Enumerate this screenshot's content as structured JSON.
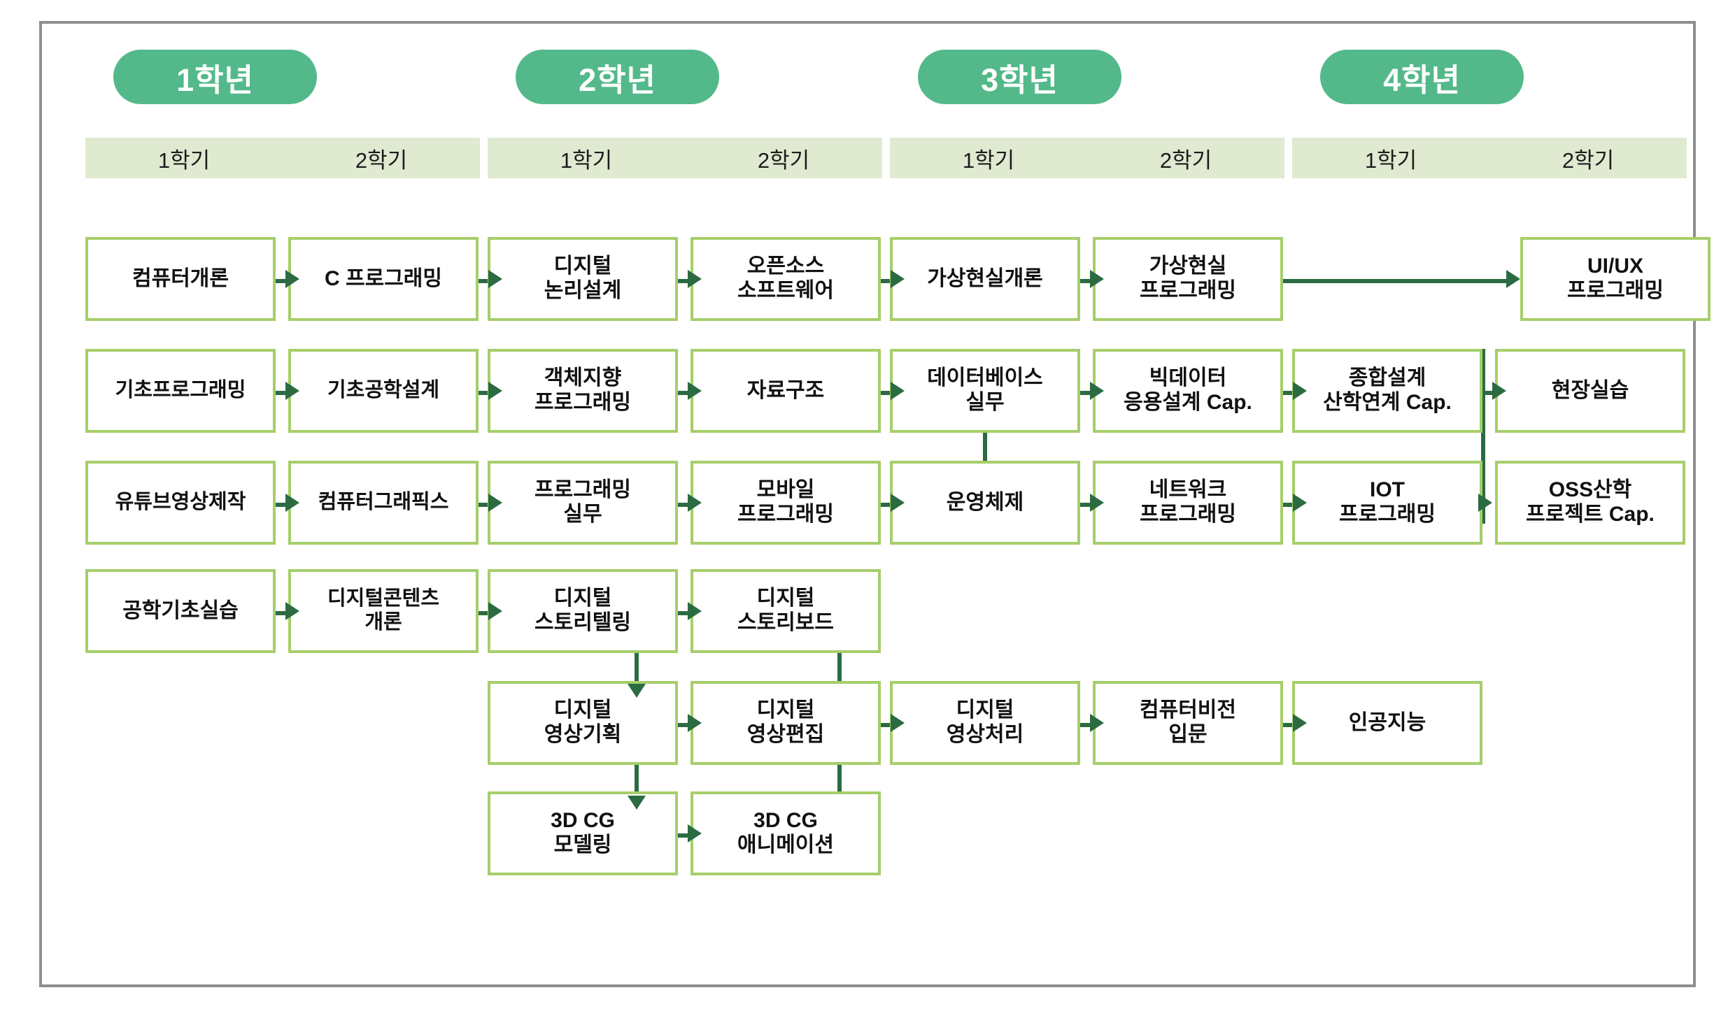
{
  "diagram": {
    "title_hidden": "",
    "colors": {
      "year_pill_bg": "#54b98a",
      "year_pill_text": "#ffffff",
      "semester_band_bg": "#dfead0",
      "course_border": "#a6ce6a",
      "arrow": "#2c6b42",
      "frame_border": "#8f8f8f",
      "course_text": "#111111"
    },
    "years": [
      {
        "label": "1학년",
        "semesters": [
          "1학기",
          "2학기"
        ]
      },
      {
        "label": "2학년",
        "semesters": [
          "1학기",
          "2학기"
        ]
      },
      {
        "label": "3학년",
        "semesters": [
          "1학기",
          "2학기"
        ]
      },
      {
        "label": "4학년",
        "semesters": [
          "1학기",
          "2학기"
        ]
      }
    ],
    "courses": {
      "r1c1": {
        "line1": "컴퓨터개론",
        "line2": ""
      },
      "r1c2": {
        "line1": "C 프로그래밍",
        "line2": ""
      },
      "r1c3": {
        "line1": "디지털",
        "line2": "논리설계"
      },
      "r1c4": {
        "line1": "오픈소스",
        "line2": "소프트웨어"
      },
      "r1c5": {
        "line1": "가상현실개론",
        "line2": ""
      },
      "r1c6": {
        "line1": "가상현실",
        "line2": "프로그래밍"
      },
      "r1c8": {
        "line1": "UI/UX",
        "line2": "프로그래밍"
      },
      "r2c1": {
        "line1": "기초프로그래밍",
        "line2": ""
      },
      "r2c2": {
        "line1": "기초공학설계",
        "line2": ""
      },
      "r2c3": {
        "line1": "객체지향",
        "line2": "프로그래밍"
      },
      "r2c4": {
        "line1": "자료구조",
        "line2": ""
      },
      "r2c5": {
        "line1": "데이터베이스",
        "line2": "실무"
      },
      "r2c6": {
        "line1": "빅데이터",
        "line2": "응용설계 Cap."
      },
      "r2c7": {
        "line1": "종합설계",
        "line2": "산학연계 Cap."
      },
      "r2c8": {
        "line1": "현장실습",
        "line2": ""
      },
      "r3c1": {
        "line1": "유튜브영상제작",
        "line2": ""
      },
      "r3c2": {
        "line1": "컴퓨터그래픽스",
        "line2": ""
      },
      "r3c3": {
        "line1": "프로그래밍",
        "line2": "실무"
      },
      "r3c4": {
        "line1": "모바일",
        "line2": "프로그래밍"
      },
      "r3c5": {
        "line1": "운영체제",
        "line2": ""
      },
      "r3c6": {
        "line1": "네트워크",
        "line2": "프로그래밍"
      },
      "r3c7": {
        "line1": "IOT",
        "line2": "프로그래밍"
      },
      "r3c8": {
        "line1": "OSS산학",
        "line2": "프로젝트 Cap."
      },
      "r4c1": {
        "line1": "공학기초실습",
        "line2": ""
      },
      "r4c2": {
        "line1": "디지털콘텐츠",
        "line2": "개론"
      },
      "r4c3": {
        "line1": "디지털",
        "line2": "스토리텔링"
      },
      "r4c4": {
        "line1": "디지털",
        "line2": "스토리보드"
      },
      "r5c3": {
        "line1": "디지털",
        "line2": "영상기획"
      },
      "r5c4": {
        "line1": "디지털",
        "line2": "영상편집"
      },
      "r5c5": {
        "line1": "디지털",
        "line2": "영상처리"
      },
      "r5c6": {
        "line1": "컴퓨터비전",
        "line2": "입문"
      },
      "r5c7": {
        "line1": "인공지능",
        "line2": ""
      },
      "r6c3": {
        "line1": "3D CG",
        "line2": "모델링"
      },
      "r6c4": {
        "line1": "3D CG",
        "line2": "애니메이션"
      }
    }
  }
}
